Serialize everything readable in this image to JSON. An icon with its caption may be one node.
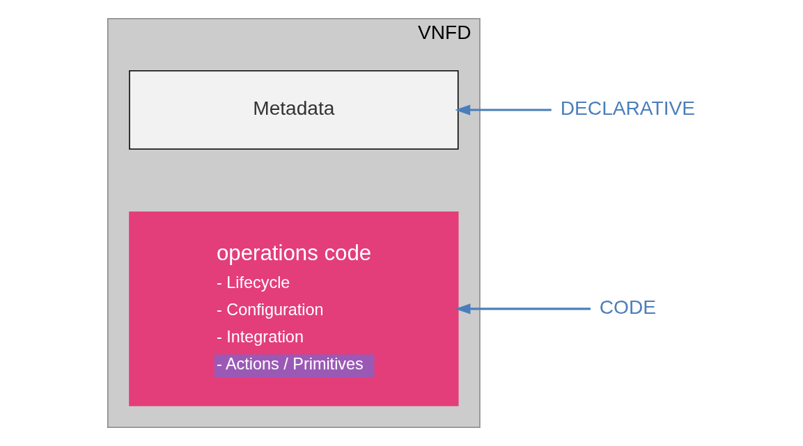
{
  "diagram": {
    "nodes": [
      {
        "text": [
          "VNFD"
        ]
      },
      {
        "text": [
          "Metadata"
        ],
        "in": 0
      },
      {
        "text": [
          "operations code",
          "- Lifecycle",
          "- Configuration",
          "- Integration",
          "- Actions / Primitives"
        ],
        "in": 0
      },
      {
        "text": [
          "DECLARATIVE"
        ]
      },
      {
        "text": [
          "CODE"
        ]
      }
    ],
    "edges": [
      {
        "from": 3,
        "to": 1,
        "arrow": "to"
      },
      {
        "from": 4,
        "to": 2,
        "arrow": "to"
      }
    ]
  }
}
